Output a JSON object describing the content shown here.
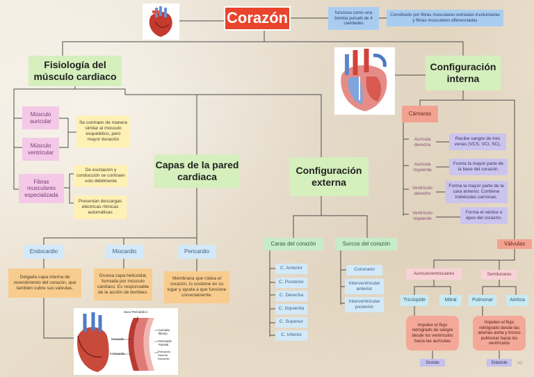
{
  "title": "Corazón",
  "title_note": "funciona como una bomba pulsatil de 4 cavidades",
  "title_note2": "Constituido por fibras musculares estriadas involuntarias y fibras musculares diferenciadas",
  "fisiologia": {
    "title": "Fisiología del músculo cardiaco",
    "auricular": "Músculo auricular",
    "ventricular": "Músculo ventricular",
    "muscle_desc": "Se contraen de manera similar al músculo esquelético, pero mayor duración",
    "especializada": "Fibras musculares especializada",
    "esp_desc1": "De excitación y conducción se contraen solo débilmente",
    "esp_desc2": "Presentan descargas eléctricas rítmicas automáticas"
  },
  "capas": {
    "title": "Capas de la pared cardiaca",
    "endocardio": "Endocardio",
    "endocardio_desc": "Delgada capa interna de revestimiento del corazón, que también cubre sus válvulas.",
    "miocardio": "Miocardio",
    "miocardio_desc": "Gruesa capa helicoidal, formada por músculo cardíaco. Es responsable de la acción de bombeo.",
    "pericardio": "Pericardio",
    "pericardio_desc": "Membrana que rodea el corazón, lo sostiene en su lugar y ayuda a que funcione correctamente."
  },
  "figura_capas": {
    "saco": "Saco Pericárdico",
    "capa_fibrosa": "Camada fibrosa",
    "pericardio_parietal": "Pericardio Parietal",
    "miocardio": "Miocardio",
    "endocardio": "Endocardio",
    "pericardio_visceral": "Pericardio Visceral Epicardio"
  },
  "externa": {
    "title": "Configuración externa",
    "caras": "Caras del corazón",
    "caras_items": [
      "C. Anterior",
      "C. Posterior",
      "C. Derecha",
      "C. Izquierda",
      "C. Superior",
      "C. Inferior"
    ],
    "surcos": "Surcos del corazón",
    "surcos_items": [
      "Coronario",
      "Interventricular anterior",
      "Interventricular posterior"
    ]
  },
  "interna": {
    "title": "Configuración interna",
    "camaras": "Cámaras",
    "camaras_items": [
      {
        "name": "Aurícula derecha",
        "desc": "Recibe sangre de tres venas (VCS, VCI, SC)."
      },
      {
        "name": "Aurícula izquierda",
        "desc": "Forma la mayor parte de la base del corazón."
      },
      {
        "name": "Ventrículo derecho",
        "desc": "Forma la mayor parte de la cara anterior. Contiene trabéculas carnosas."
      },
      {
        "name": "Ventrículo izquierdo",
        "desc": "Forma el vértice o ápex del corazón."
      }
    ],
    "valvulas": "Válvulas",
    "av": "Auriculoventriculares",
    "av_items": [
      "Tricúspide",
      "Mitral"
    ],
    "av_desc": "Impiden el flujo retrógrado de sangre desde los ventrículos hacia las aurículas",
    "av_phase": "Sístole",
    "sl": "Semilunares",
    "sl_items": [
      "Pulmonar",
      "Aórtica"
    ],
    "sl_desc": "Impiden el flujo retrógrado desde las arterias aorta y tronco pulmonar hacia los ventrículos",
    "sl_phase": "Diástole"
  },
  "watermark": "ro"
}
